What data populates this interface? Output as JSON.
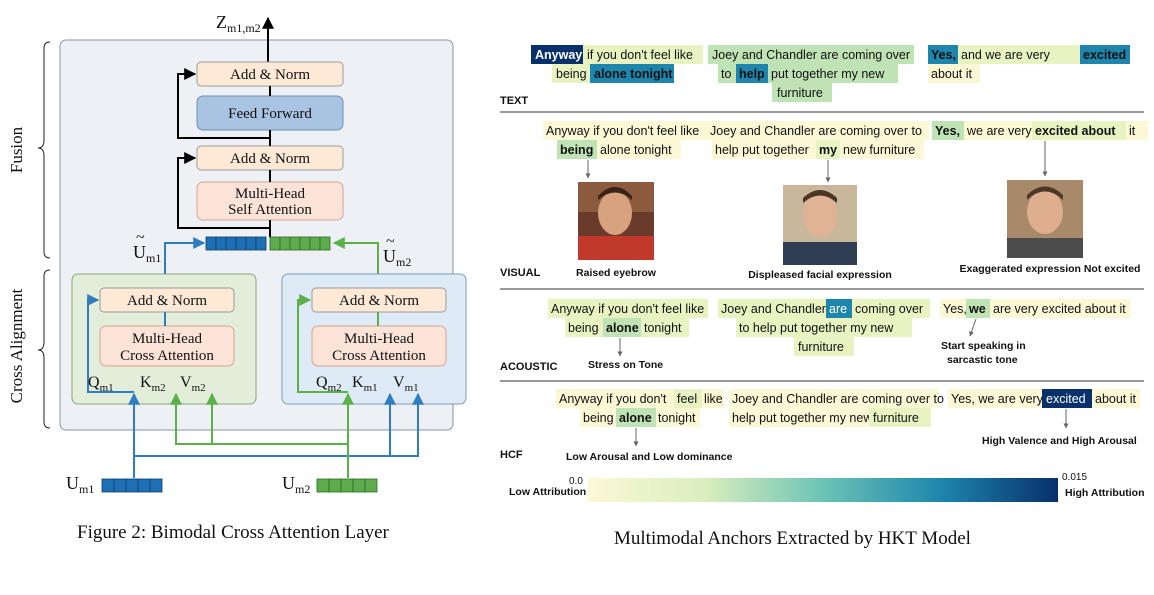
{
  "left_figure": {
    "output_label": "Z",
    "output_sub": "m1,m2",
    "fusion_label": "Fusion",
    "cross_alignment_label": "Cross Alignment",
    "top_add_norm": "Add & Norm",
    "feed_forward": "Feed Forward",
    "mid_add_norm": "Add & Norm",
    "self_attention_line1": "Multi-Head",
    "self_attention_line2": "Self Attention",
    "u_tilde_m1": "U",
    "u_tilde_m1_sub": "m1",
    "u_tilde_m2": "U",
    "u_tilde_m2_sub": "m2",
    "left_block": {
      "add_norm": "Add & Norm",
      "attn_line1": "Multi-Head",
      "attn_line2": "Cross Attention",
      "q": "Q",
      "q_sub": "m1",
      "k": "K",
      "k_sub": "m2",
      "v": "V",
      "v_sub": "m2"
    },
    "right_block": {
      "add_norm": "Add & Norm",
      "attn_line1": "Multi-Head",
      "attn_line2": "Cross Attention",
      "q": "Q",
      "q_sub": "m2",
      "k": "K",
      "k_sub": "m1",
      "v": "V",
      "v_sub": "m1"
    },
    "input_m1": "U",
    "input_m1_sub": "m1",
    "input_m2": "U",
    "input_m2_sub": "m2",
    "caption": "Figure 2: Bimodal Cross Attention Layer"
  },
  "right_figure": {
    "caption": "Multimodal Anchors Extracted by HKT Model",
    "sections": [
      {
        "id": "text",
        "label": "TEXT"
      },
      {
        "id": "visual",
        "label": "VISUAL"
      },
      {
        "id": "acoustic",
        "label": "ACOUSTIC"
      },
      {
        "id": "hcf",
        "label": "HCF"
      }
    ],
    "visual_notes": [
      "Raised eyebrow",
      "Displeased facial expression",
      "Exaggerated expression Not excited"
    ],
    "acoustic_notes": [
      "Stress on Tone",
      "Start speaking in",
      "sarcastic tone"
    ],
    "hcf_notes": [
      "Low Arousal and Low dominance",
      "High Valence and High Arousal"
    ],
    "scale": {
      "min_value": "0.0",
      "max_value": "0.015",
      "low_label": "Low Attribution",
      "high_label": "High Attribution"
    }
  },
  "colors": {
    "fusion_bg": "#edf0f4",
    "left_block_bg": "#e2eed9",
    "right_block_bg": "#deebf6",
    "add_norm_fill": "#fde9d6",
    "attention_fill": "#fbe3d8",
    "feed_forward_fill": "#a9c3e3",
    "blue_token": "#1f6fb5",
    "green_token": "#5cab4c",
    "blue_arrow": "#2f7dbf",
    "green_arrow": "#5cb04a",
    "attr_low": "#fbf8d6",
    "attr_l1": "#e9f3c2",
    "attr_l2": "#bfe3b4",
    "attr_l3": "#6cc3b5",
    "attr_l4": "#1e86ad",
    "attr_max": "#08306b"
  }
}
